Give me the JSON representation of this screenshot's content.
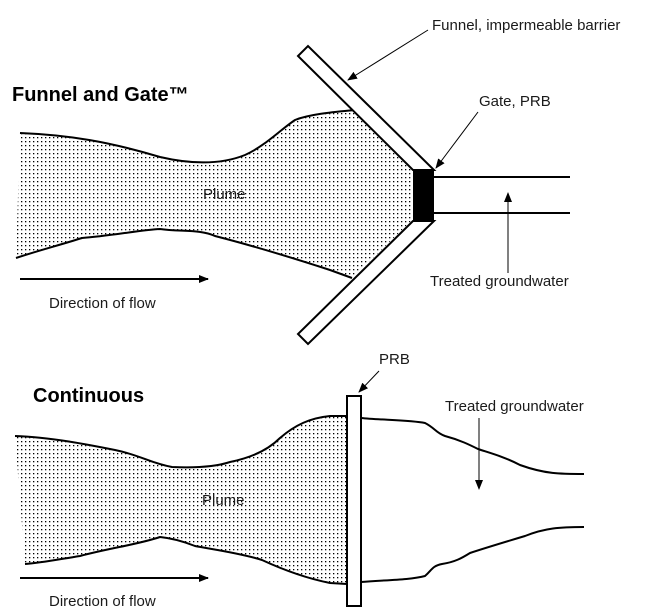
{
  "colors": {
    "stroke": "#000000",
    "gate_fill": "#000000",
    "plume_dots": "#000000",
    "background": "#ffffff"
  },
  "funnel_and_gate": {
    "title": "Funnel and Gate™",
    "plume_label": "Plume",
    "funnel_label": "Funnel, impermeable barrier",
    "gate_label": "Gate, PRB",
    "treated_label": "Treated groundwater",
    "flow_label": "Direction of flow"
  },
  "continuous": {
    "title": "Continuous",
    "plume_label": "Plume",
    "prb_label": "PRB",
    "treated_label": "Treated groundwater",
    "flow_label": "Direction of flow"
  }
}
